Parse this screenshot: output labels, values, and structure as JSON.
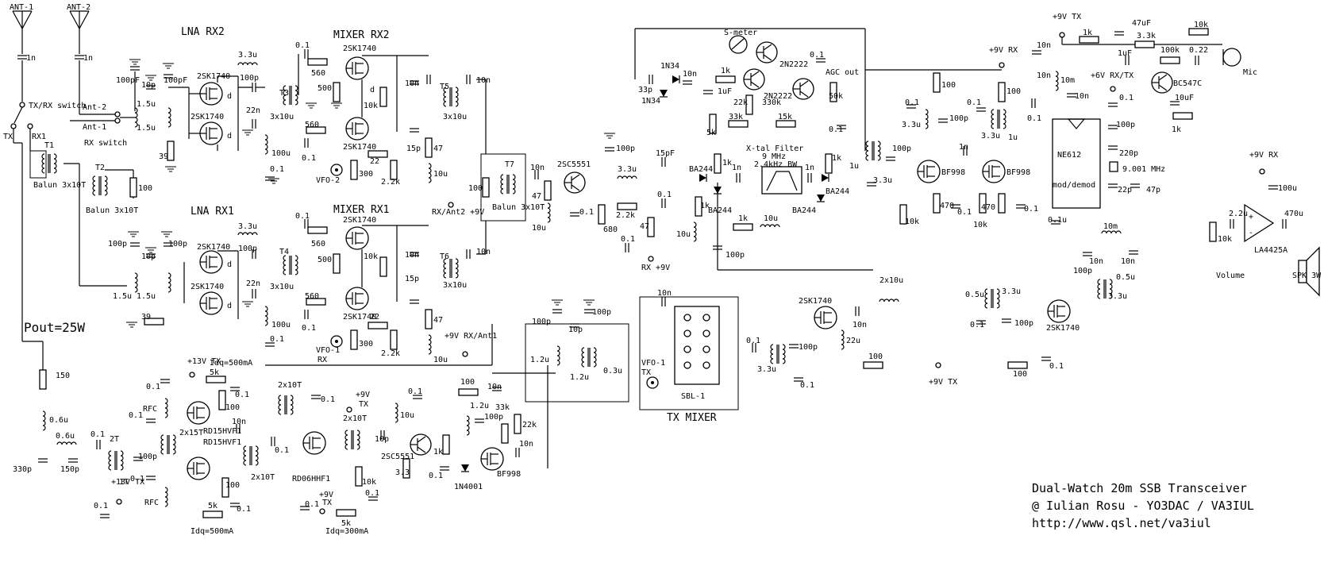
{
  "antennas": {
    "ant1": "ANT-1",
    "ant2": "ANT-2"
  },
  "sections": {
    "lna_rx2": "LNA RX2",
    "lna_rx1": "LNA RX1",
    "mixer_rx2": "MIXER RX2",
    "mixer_rx1": "MIXER RX1",
    "tx_mixer": "TX MIXER",
    "xtal_filter": "X-tal Filter",
    "xtal_freq": "9 MHz",
    "xtal_bw": "2.4kHz BW",
    "s_meter": "S-meter",
    "agc_out": "AGC out",
    "mod_demod": "mod/demod",
    "sbl1": "SBL-1",
    "rx_switch": "RX switch",
    "txrx_switch": "TX/RX switch",
    "volume": "Volume",
    "mic": "Mic",
    "spk": "SPK 3W",
    "pout": "Pout=25W"
  },
  "switch_labels": {
    "ant2": "Ant-2",
    "ant1": "Ant-1",
    "tx": "TX",
    "rx1": "RX1"
  },
  "components": {
    "transistors": [
      "2SK1740",
      "2SK1740",
      "2SK1740",
      "2SK1740",
      "2SK1740",
      "2SK1740",
      "2SK1740",
      "2SK1740",
      "2SK1740",
      "2SK1740",
      "2SC5551",
      "2SC5551",
      "BF998",
      "BF998",
      "BF998",
      "2N2222",
      "2N2222",
      "BC547C",
      "RD15HVF1",
      "RD15HVF1",
      "RD06HHF1"
    ],
    "ics": [
      "NE612",
      "LA4425A"
    ],
    "diodes": [
      "1N34",
      "1N34",
      "BA244",
      "BA244",
      "BA244",
      "BA244",
      "1N4001"
    ],
    "transformers": [
      "T1",
      "T2",
      "T3",
      "T4",
      "T5",
      "T6",
      "T7"
    ],
    "baluns": [
      "Balun 3x10T",
      "Balun 3x10T",
      "Balun 3x10T"
    ],
    "xtal": "9.001 MHz"
  },
  "bias": {
    "idq_500_top": "Idq=500mA",
    "idq_500_bottom": "Idq=500mA",
    "idq_300": "Idq=300mA",
    "v13_top": "+13V TX",
    "v13_bottom": "+13V TX"
  },
  "power_labels": {
    "rx_ant2": "RX/Ant2 +9V",
    "rx_ant1": "+9V RX/Ant1",
    "rx_9v": "RX +9V",
    "tx_9v": "+9V TX",
    "rx_9v_top": "+9V RX",
    "tx_9v_top": "+9V TX",
    "rxtx_6v": "+6V RX/TX",
    "rx_9v_audio": "+9V RX"
  },
  "title_block": {
    "line1": "Dual-Watch 20m SSB Transceiver",
    "line2": "@ Iulian Rosu - YO3DAC / VA3IUL",
    "line3": "http://www.qsl.net/va3iul"
  }
}
